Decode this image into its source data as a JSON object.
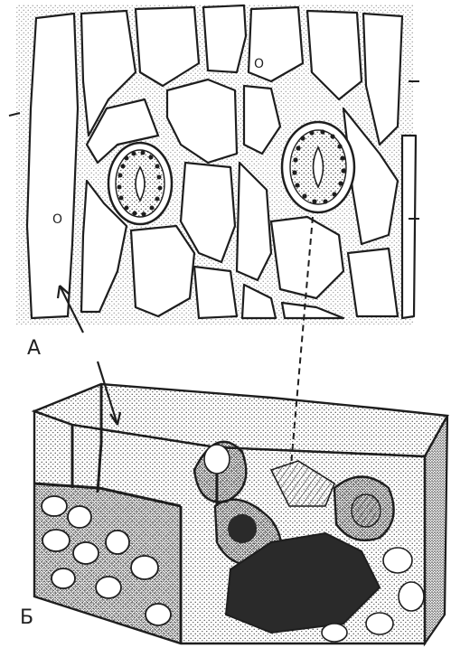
{
  "figure": {
    "panel_a_label": "А",
    "panel_b_label": "Б",
    "cell_label_1": "О",
    "cell_label_2": "О"
  },
  "colors": {
    "ink": "#1e1e1e",
    "stipple": "#3a3a3a",
    "paper": "#ffffff",
    "dark_fill": "#2a2a2a"
  },
  "icons": {
    "stomata": "stoma-icon",
    "arrows": "arrow-icon"
  }
}
